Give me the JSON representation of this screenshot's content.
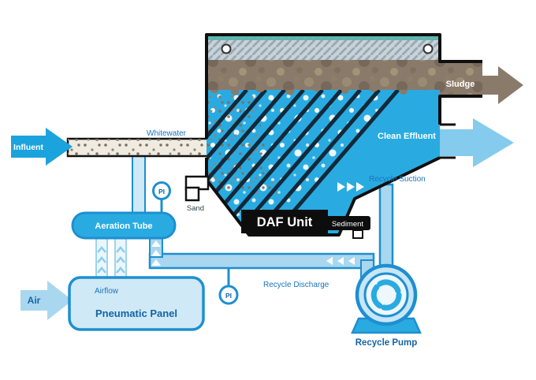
{
  "diagram": {
    "labels": {
      "influent": "Influent",
      "whitewater": "Whitewater",
      "sludge": "Sludge",
      "clean_effluent": "Clean Effluent",
      "recycle_suction": "Recycle Suction",
      "sand": "Sand",
      "daf_unit": "DAF Unit",
      "sediment": "Sediment",
      "aeration_tube": "Aeration Tube",
      "gauge_top": "PI",
      "gauge_bottom": "PI",
      "recycle_discharge": "Recycle Discharge",
      "recycle_pump": "Recycle Pump",
      "airflow": "Airflow",
      "air": "Air",
      "pneumatic_panel": "Pneumatic Panel"
    }
  },
  "colors": {
    "water": "#29abe2",
    "light_blue": "#a9d7ef",
    "pale_blue": "#cfe9f7",
    "effluent": "#85cbed",
    "influent": "#1ba3dd",
    "pipe_outline": "#1e8fd0",
    "label": "#1464a5",
    "label_soft": "#1b75bc",
    "plate": "#13293a",
    "brown": "#8a7a69",
    "hatch_base": "#c9d2d8",
    "hatch_line": "#97a9b4",
    "teal": "#55b3ab"
  }
}
